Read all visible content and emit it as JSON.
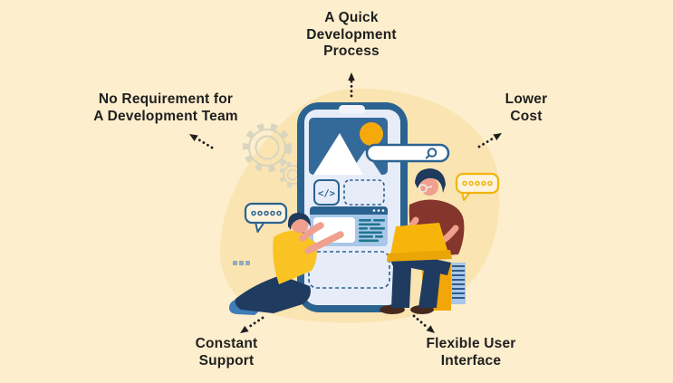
{
  "page": {
    "background_color": "#FDEECD",
    "blob_color": "#FAE4B2",
    "text_color": "#1F1F1F"
  },
  "labels": {
    "quick_process": {
      "line1": "A Quick",
      "line2": "Development",
      "line3": "Process"
    },
    "no_dev_team": {
      "line1": "No Requirement for",
      "line2": "A Development Team"
    },
    "lower_cost": {
      "line1": "Lower",
      "line2": "Cost"
    },
    "constant_support": {
      "line1": "Constant",
      "line2": "Support"
    },
    "flexible_ui": {
      "line1": "Flexible User",
      "line2": "Interface"
    }
  },
  "illustration": {
    "phone_code_text": "</>",
    "icons": {
      "gear": "gear-icon",
      "search": "search-icon (magnifier in search bar)",
      "code": "code-icon </>",
      "speech_bubble_blue": "speech-bubble-icon with 5 dots",
      "speech_bubble_yellow": "speech-bubble-icon with 5 dots",
      "image_placeholder": "mountain-image-icon with sun",
      "dotted_arrow": "dotted-arrow-icon (x5, pointing to each label)"
    },
    "colors": {
      "phone_frame_blue": "#2B6390",
      "phone_screen": "#E7ECF9",
      "image_card_blue": "#336A99",
      "sun_yellow": "#F6A90B",
      "browser_body_blue": "#A9C7E8",
      "code_line_teal": "#1F7590",
      "shirt_yellow": "#F9C323",
      "shirt_maroon": "#84352C",
      "pants_navy": "#1F3B60",
      "shoe_blue": "#3E7CB8",
      "skin": "#F0A08F",
      "bubble_outline_yellow": "#F0B40C",
      "gear_outline": "#D9D5BE",
      "arrow_black": "#1F1F1F"
    }
  }
}
